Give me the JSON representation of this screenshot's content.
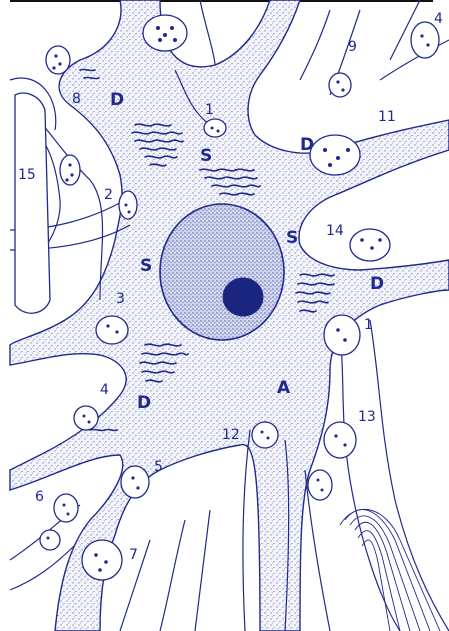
{
  "colors": {
    "ink": "#1f2a8c",
    "cytoplasm": "#eef0f8",
    "nucleus": "#c9cde8",
    "nucleolus": "#1a2580",
    "paper": "#ffffff"
  },
  "labels": {
    "n1a": "1",
    "n1b": "1",
    "n2": "2",
    "n3": "3",
    "n4a": "4",
    "n4b": "4",
    "n5": "5",
    "n6": "6",
    "n7": "7",
    "n8": "8",
    "n9": "9",
    "n11": "11",
    "n12": "12",
    "n13": "13",
    "n14": "14",
    "n15": "15",
    "d1": "D",
    "d2": "D",
    "d3": "D",
    "d4": "D",
    "s1": "S",
    "s2": "S",
    "s3": "S",
    "a": "A"
  }
}
